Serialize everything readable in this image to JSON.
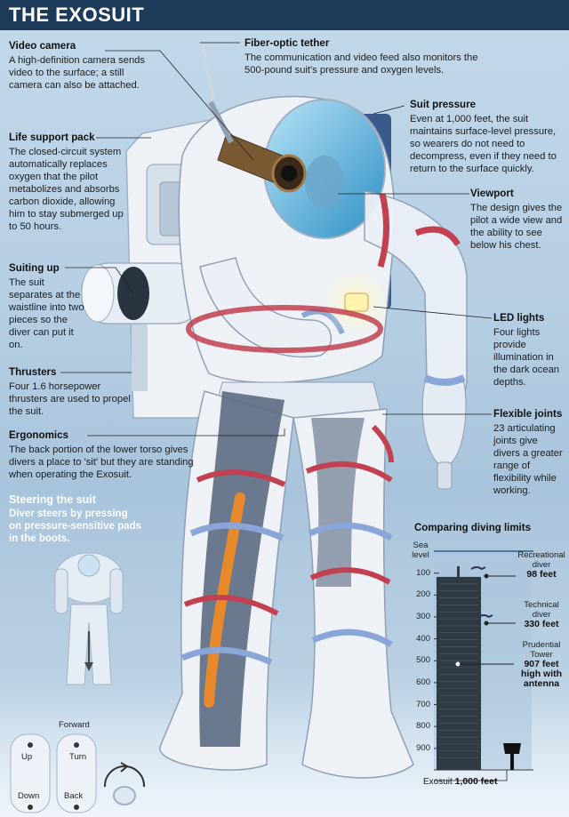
{
  "title": "THE EXOSUIT",
  "annotations": {
    "video_camera": {
      "heading": "Video camera",
      "body": "A high-definition camera sends video to the surface; a still camera can also be attached."
    },
    "fiber_optic": {
      "heading": "Fiber-optic tether",
      "body": "The communication and video feed also monitors the 500-pound suit's pressure and oxygen levels."
    },
    "suit_pressure": {
      "heading": "Suit pressure",
      "body": "Even at 1,000 feet, the suit maintains surface-level pressure, so wearers do not need to decompress, even if they need to return to the surface quickly."
    },
    "life_support": {
      "heading": "Life support pack",
      "body": "The closed-circuit system automatically replaces oxygen that the pilot metabolizes and absorbs carbon dioxide, allowing him to stay submerged up to 50 hours."
    },
    "viewport": {
      "heading": "Viewport",
      "body": "The design gives the pilot a wide view and the ability to see below his chest."
    },
    "suiting_up": {
      "heading": "Suiting up",
      "body": "The suit separates at the waistline into two pieces so the diver can put it on."
    },
    "led_lights": {
      "heading": "LED lights",
      "body": "Four lights provide illumination in the dark ocean depths."
    },
    "thrusters": {
      "heading": "Thrusters",
      "body": "Four 1.6 horsepower thrusters are used to propel the suit."
    },
    "flexible_joints": {
      "heading": "Flexible joints",
      "body": "23 articulating joints give divers a greater range of flexibility while working."
    },
    "ergonomics": {
      "heading": "Ergonomics",
      "body": "The back portion of the lower torso gives divers a place to 'sit' but they are standing when operating the Exosuit."
    },
    "steering": {
      "heading": "Steering the suit",
      "body": "Diver steers by pressing on pressure-sensitive pads in the  boots."
    }
  },
  "pads": {
    "forward": "Forward",
    "up": "Up",
    "turn": "Turn",
    "down": "Down",
    "back": "Back"
  },
  "depth_chart": {
    "title": "Comparing diving limits",
    "sea_level": "Sea level",
    "ticks": [
      "100",
      "200",
      "300",
      "400",
      "500",
      "600",
      "700",
      "800",
      "900"
    ],
    "recreational": {
      "name": "Recreational diver",
      "value": "98 feet",
      "depth": 98
    },
    "technical": {
      "name": "Technical diver",
      "value": "330 feet",
      "depth": 330
    },
    "tower": {
      "name": "Prudential Tower",
      "value": "907 feet high with antenna",
      "depth": 907
    },
    "exosuit": {
      "name": "Exosuit",
      "value": "1,000 feet",
      "depth": 1000
    }
  },
  "colors": {
    "title_bg": "#1d3a59",
    "suit_white": "#eef2f7",
    "ring_red": "#c2404f",
    "ring_blue": "#8aa6d8",
    "accent_orange": "#e7892b"
  }
}
